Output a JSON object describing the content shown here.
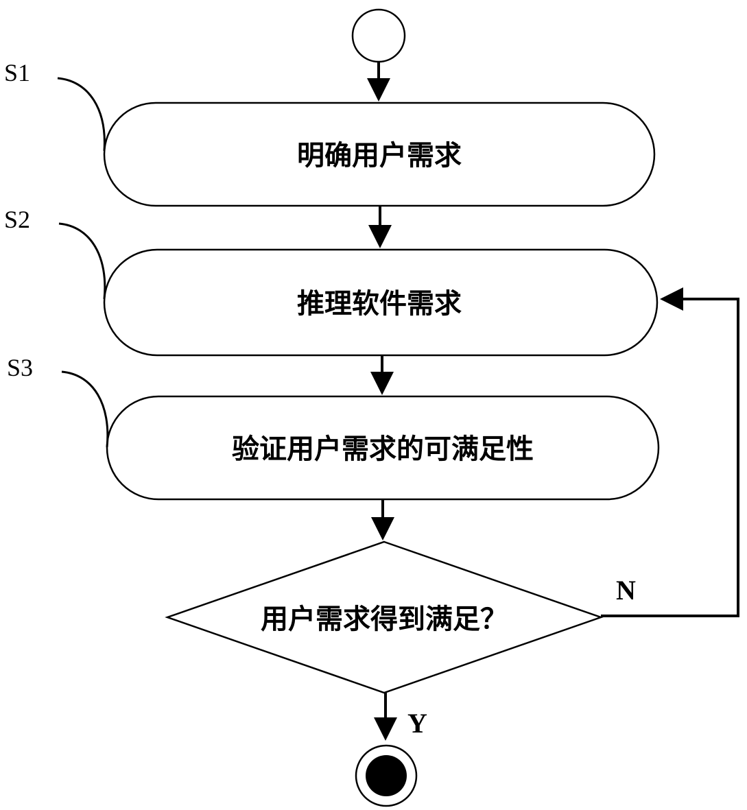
{
  "steps": [
    {
      "id": "S1",
      "label": "S1",
      "text": "明确用户需求"
    },
    {
      "id": "S2",
      "label": "S2",
      "text": "推理软件需求"
    },
    {
      "id": "S3",
      "label": "S3",
      "text": "验证用户需求的可满足性"
    }
  ],
  "decision": {
    "text": "用户需求得到满足？",
    "yes_label": "Y",
    "no_label": "N"
  },
  "colors": {
    "line": "#000000",
    "fill": "#ffffff",
    "end_dot": "#000000"
  }
}
